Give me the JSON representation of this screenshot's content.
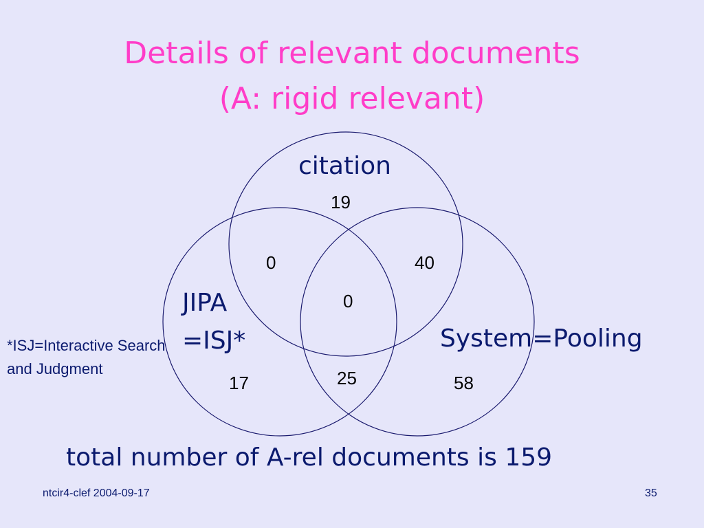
{
  "title": {
    "line1": "Details of relevant documents",
    "line2": "(A: rigid relevant)"
  },
  "venn": {
    "sets": {
      "citation": "citation",
      "jipa_line1": "JIPA",
      "jipa_line2": "=ISJ*",
      "system": "System=Pooling"
    },
    "regions": {
      "citation_only": "19",
      "citation_jipa": "0",
      "citation_system": "40",
      "all_three": "0",
      "jipa_only": "17",
      "jipa_system": "25",
      "system_only": "58"
    },
    "stroke_color": "#1a1a6e"
  },
  "note": "*ISJ=Interactive Search and Judgment",
  "total": "total number of A-rel documents is 159",
  "footer": {
    "left": "ntcir4-clef  2004-09-17",
    "page_number": "35"
  },
  "colors": {
    "background": "#e6e6fa",
    "title": "#ff3dc8",
    "text": "#0b1a6e"
  }
}
